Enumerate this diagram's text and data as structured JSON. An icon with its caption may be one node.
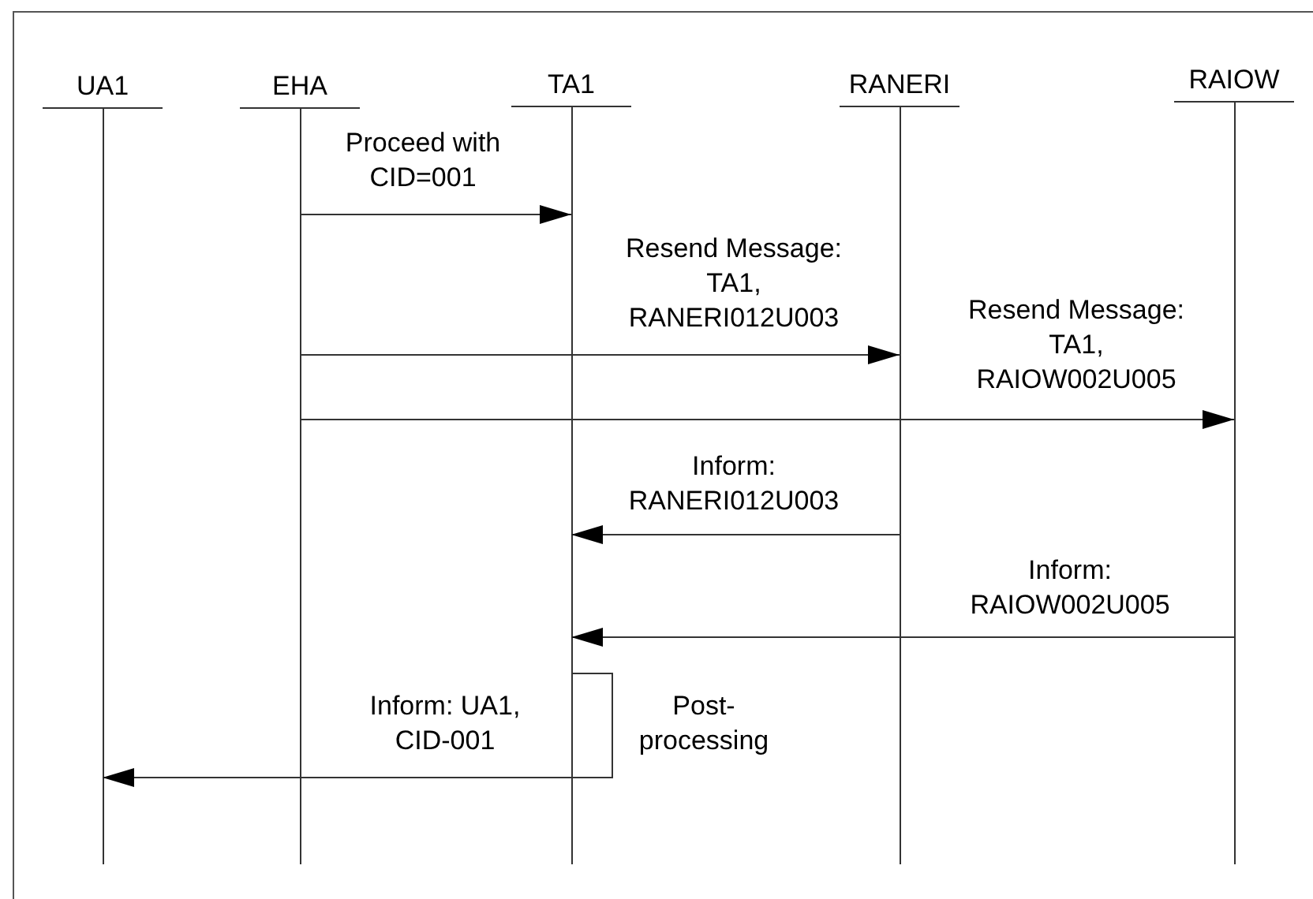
{
  "diagram": {
    "nodes": [
      {
        "text": [
          "UA1"
        ]
      },
      {
        "text": [
          "EHA"
        ]
      },
      {
        "text": [
          "TA1"
        ]
      },
      {
        "text": [
          "RANERI"
        ]
      },
      {
        "text": [
          "RAIOW"
        ]
      }
    ],
    "edges": [
      {
        "from": 1,
        "to": 2,
        "arrow": "to",
        "label": "Proceed with CID=001"
      },
      {
        "from": 1,
        "to": 3,
        "arrow": "to",
        "label": "Resend Message: TA1, RANERI012U003"
      },
      {
        "from": 1,
        "to": 4,
        "arrow": "to",
        "label": "Resend Message: TA1, RAIOW002U005"
      },
      {
        "from": 3,
        "to": 2,
        "arrow": "to",
        "label": "Inform: RANERI012U003"
      },
      {
        "from": 4,
        "to": 2,
        "arrow": "to",
        "label": "Inform: RAIOW002U005"
      },
      {
        "from": 2,
        "to": 0,
        "arrow": "to",
        "label": "Inform: UA1, CID-001"
      }
    ],
    "labels": [
      "Post-processing"
    ]
  }
}
